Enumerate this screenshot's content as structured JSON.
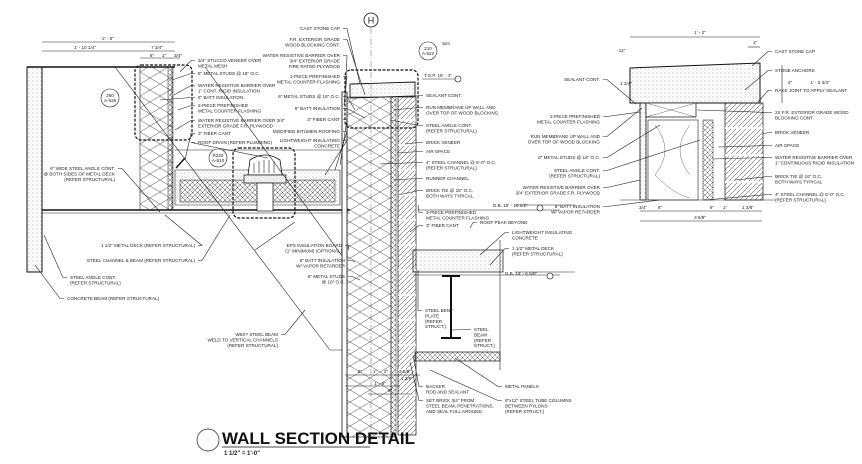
{
  "title": "WALL SECTION DETAIL",
  "scale": "1 1/2\" = 1'-0\"",
  "grid_bubble": "H",
  "callouts": [
    {
      "num": "260",
      "sheet": "A-628"
    },
    {
      "num": "R220",
      "sheet": "A-610"
    },
    {
      "num": "210",
      "sheet": "A-622",
      "note": "Sim"
    }
  ],
  "elevations": [
    "T.O.P. 18' - 4\"",
    "D.B. 15' - 10 1/2\"",
    "D.B. 14' - 6 5/8\""
  ],
  "dimensions": [
    "2' - 8\"",
    "1' - 10 1/4\"",
    "7 3/4\"",
    "6\"",
    "1\"",
    "3/4\"",
    "6\"",
    "1\"",
    "2\"",
    "3 5/8\"",
    "1 3/8\"",
    "1' - 8\"",
    "9\"",
    "1' - 2\"",
    "1\"",
    "1 3/4\"",
    "4\"",
    "6\"",
    "3/4\"",
    "6\"",
    "1\"",
    "1 3/8\"",
    "3 5/8\"",
    "1' - 5 3/4\"",
    "12\""
  ],
  "labels": [
    [
      "3/4\" STUCCO VENEER OVER",
      "METAL MESH"
    ],
    [
      "6\" METAL STUDS @ 16\" O.C."
    ],
    [
      "WATER RESISTIVE BARRIER OVER",
      "1\" CONT. RIGID INSULATION"
    ],
    [
      "6\" BATT INSULATION"
    ],
    [
      "2-PIECE PREFINISHED",
      "METAL COUNTER FLASHING"
    ],
    [
      "WATER RESISTIVE BARRIER OVER 3/4\"",
      "EXTERIOR GRADE F.R. PLYWOOD"
    ],
    [
      "3\" FIBER CANT"
    ],
    [
      "ROOF DRAIN (REFER PLUMBING)"
    ],
    [
      "6\" WIDE STEEL ANGLE CONT.",
      "@ BOTH SIDES OF METAL DECK",
      "(REFER STRUCTURAL)"
    ],
    [
      "CAST STONE CAP"
    ],
    [
      "F.R. EXTERIOR GRADE",
      "WOOD BLOCKING CONT."
    ],
    [
      "WATER RESISTIVE BARRIER OVER",
      "3/4\" EXTERIOR GRADE",
      "FIRE RATED PLYWOOD"
    ],
    [
      "2-PIECE PREFINISHED",
      "METAL COUNTER FLASHING"
    ],
    [
      "6\" METAL STUDS @ 16\" O.C."
    ],
    [
      "6\" BATT INSULATION"
    ],
    [
      "3\" FIBER CANT"
    ],
    [
      "MODIFIED BITUMEN ROOFING"
    ],
    [
      "LIGHTWEIGHT INSULATING",
      "CONCRETE"
    ],
    [
      "SEALANT CONT."
    ],
    [
      "RUN MEMBRANE UP WALL AND",
      "OVER TOP OF WOOD BLOCKING"
    ],
    [
      "STEEL ANGLE CONT.",
      "(REFER STRUCTURAL)"
    ],
    [
      "BRICK VENEER"
    ],
    [
      "AIR SPACE"
    ],
    [
      "4\" STEEL CHANNEL @ 5'-0\" O.C.",
      "(REFER STRUCTURAL)"
    ],
    [
      "RUNNER CHANNEL"
    ],
    [
      "BRICK TIE @ 16\" O.C.",
      "BOTH WAYS TYPICAL"
    ],
    [
      "3-PIECE PREFINISHED",
      "METAL COUNTER FLASHING"
    ],
    [
      "3\" FIBER CANT"
    ],
    [
      "ROOF PEAK BEYOND"
    ],
    [
      "LIGHTWEIGHT INSULATING",
      "CONCRETE"
    ],
    [
      "1 1/2\" METAL DECK",
      "(REFER STRUCTURAL)"
    ],
    [
      "1 1/2\" METAL DECK (REFER STRUCTURAL)"
    ],
    [
      "STEEL CHANNEL & BEAM (REFER STRUCTURAL)"
    ],
    [
      "STEEL ANGLE CONT.",
      "(REFER STRUCTURAL)"
    ],
    [
      "CONCRETE BEAM (REFER STRUCTURAL)"
    ],
    [
      "EPS INSULATION BOARD",
      "(1\" MINIMUM) (OPTIONAL)"
    ],
    [
      "6\" BATT INSULATION",
      "W/ VAPOR RETARDER"
    ],
    [
      "6\" METAL STUDS",
      "@ 16\" O.C."
    ],
    [
      "W8X? STEEL BEAM",
      "WELD TO VERTICAL CHANNELS",
      "(REFER STRUCTURAL)"
    ],
    [
      "STEEL BENT",
      "PLATE",
      "(REFER",
      "STRUCT.)"
    ],
    [
      "STEEL",
      "BEAM",
      "(REFER",
      "STRUCT.)"
    ],
    [
      "BACKER",
      "ROD AND SEALANT"
    ],
    [
      "SET BRICK 3/4\" FROM",
      "STEEL BEAM, PENETRATIONS,",
      "AND SEAL FULL AROUND"
    ],
    [
      "METAL PANELS"
    ],
    [
      "8\"x12\" STEEL TUBE COLUMNS",
      "BETWEEN PYLONS",
      "(REFER STRUCT.)"
    ],
    [
      "CAST STONE CAP"
    ],
    [
      "STONE ANCHORS"
    ],
    [
      "RAKE JOINT TO APPLY SEALANT"
    ],
    [
      "2X F.R. EXTERIOR GRADE WOOD",
      "BLOCKING CONT."
    ],
    [
      "BRICK VENEER"
    ],
    [
      "AIR SPACE"
    ],
    [
      "WATER RESISTIVE BARRIER OVER",
      "1\" CONTINUOUS RIGID INSULATION"
    ],
    [
      "BRICK TIE @ 16\" O.C.",
      "BOTH WAYS TYPICAL"
    ],
    [
      "4\" STEEL CHANNEL @ 5'-0\" O.C.",
      "(REFER STRUCTURAL)"
    ],
    [
      "SEALANT CONT."
    ],
    [
      "2-PIECE PREFINISHED",
      "METAL COUNTER FLASHING"
    ],
    [
      "RUN MEMBRANE UP WALL AND",
      "OVER TOP OF WOOD BLOCKING"
    ],
    [
      "6\" METAL STUDS @ 16\" O.C."
    ],
    [
      "STEEL ANGLE CONT.",
      "(REFER STRUCTURAL)"
    ],
    [
      "WATER RESISTIVE BARRIER OVER",
      "3/4\" EXTERIOR GRADE F.R. PLYWOOD"
    ],
    [
      "6\" BATT INSULATION",
      "W/ VAPOR RETARDER"
    ]
  ]
}
